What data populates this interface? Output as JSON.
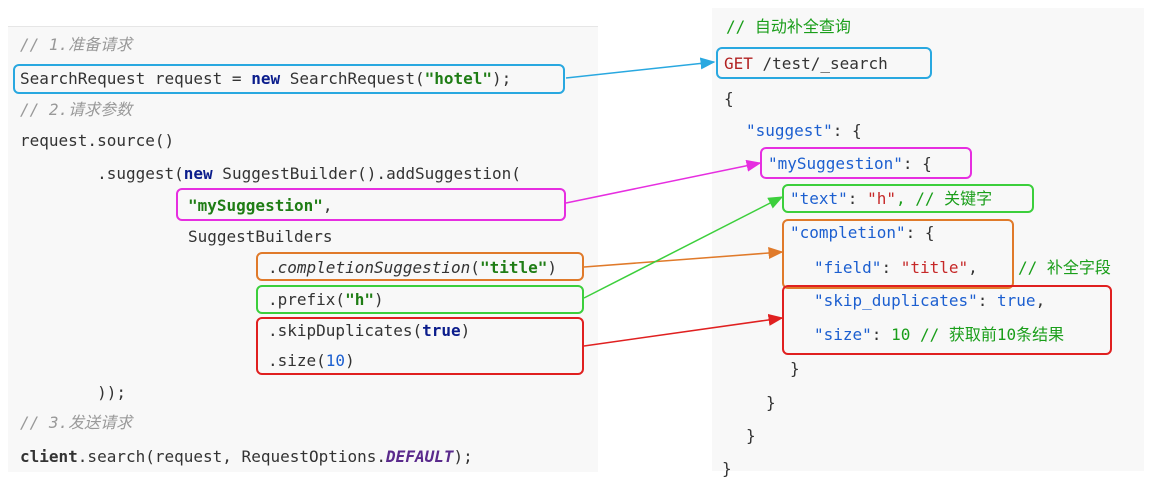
{
  "left": {
    "c1": "// 1.准备请求",
    "l1a": "SearchRequest request = ",
    "l1b": "new",
    "l1c": " SearchRequest(",
    "l1d": "\"hotel\"",
    "l1e": ");",
    "c2": "// 2.请求参数",
    "l2": "request.source()",
    "l3a": "        .suggest(",
    "l3b": "new",
    "l3c": " SuggestBuilder().addSuggestion(",
    "l4": "\"mySuggestion\"",
    "l4b": ",",
    "l5": "SuggestBuilders",
    "l6a": ".",
    "l6b": "completionSuggestion",
    "l6c": "(",
    "l6d": "\"title\"",
    "l6e": ")",
    "l7a": ".prefix(",
    "l7b": "\"h\"",
    "l7c": ")",
    "l8a": ".skipDuplicates(",
    "l8b": "true",
    "l8c": ")",
    "l9a": ".size(",
    "l9b": "10",
    "l9c": ")",
    "l10": "        ));",
    "c3": "// 3.发送请求",
    "l11a": "client",
    "l11b": ".search(request, RequestOptions.",
    "l11c": "DEFAULT",
    "l11d": ");"
  },
  "right": {
    "c1": "// 自动补全查询",
    "get": "GET",
    "path": " /test/_search",
    "ob": "{",
    "sug_key": "\"suggest\"",
    "sug_rest": ": {",
    "my_key": "\"mySuggestion\"",
    "my_rest": ": {",
    "text_key": "\"text\"",
    "text_colon": ": ",
    "text_val": "\"h\"",
    "text_cm": ", // 关键字",
    "comp_key": "\"completion\"",
    "comp_rest": ": {",
    "field_key": "\"field\"",
    "field_colon": ": ",
    "field_val": "\"title\"",
    "field_comma": ",",
    "field_cm": "// 补全字段",
    "skip_key": "\"skip_duplicates\"",
    "skip_colon": ": ",
    "skip_val": "true",
    "skip_comma": ",",
    "size_key": "\"size\"",
    "size_colon": ": ",
    "size_val": "10",
    "size_cm": " // 获取前10条结果",
    "cb1": "}",
    "cb2": "}",
    "cb3": "}",
    "cb4": "}"
  },
  "colors": {
    "blue": "#29a8e0",
    "magenta": "#e62ee0",
    "orange": "#e07a2a",
    "green": "#3ccf3c",
    "red": "#e02020"
  }
}
